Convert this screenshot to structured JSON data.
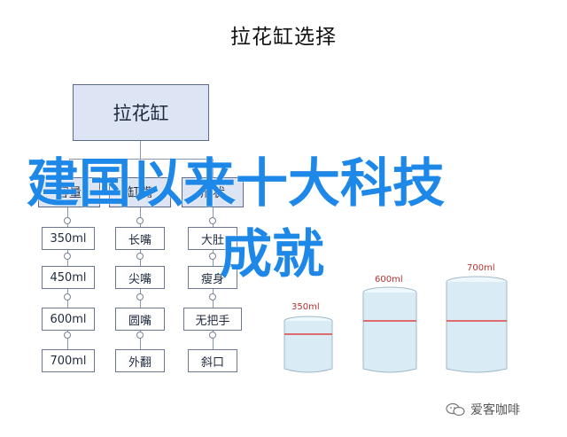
{
  "title": "拉花缸选择",
  "root": "拉花缸",
  "categories": [
    "容量",
    "缸嘴",
    "形状"
  ],
  "capacity_items": [
    "350ml",
    "450ml",
    "600ml",
    "700ml"
  ],
  "spout_items": [
    "长嘴",
    "尖嘴",
    "圆嘴",
    "外翻"
  ],
  "shape_items": [
    "大肚",
    "瘦身",
    "无把手",
    "斜口"
  ],
  "cups": [
    {
      "label": "350ml"
    },
    {
      "label": "600ml"
    },
    {
      "label": "700ml"
    }
  ],
  "overlay": {
    "line1": "建国以来十大科技",
    "line2": "成就"
  },
  "watermark": "爱客咖啡",
  "colors": {
    "overlay": "#1e88e8",
    "box_fill": "#dde5f4",
    "cup_fill": "#d9ecf6",
    "fill_line": "#e04040"
  }
}
